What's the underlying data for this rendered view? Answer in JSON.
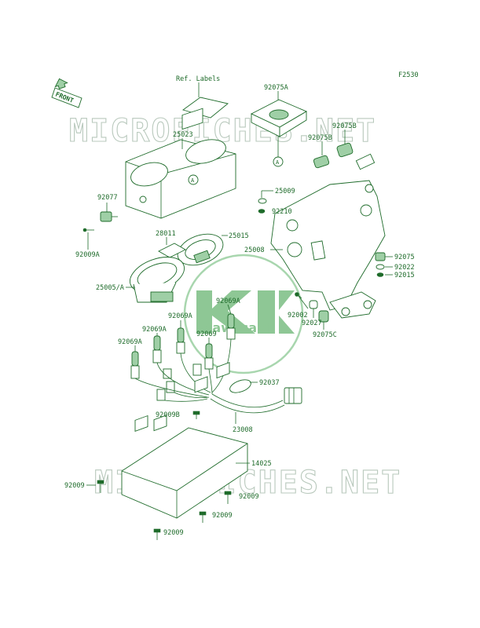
{
  "diagram_code": "F2530",
  "front_label": "FRONT",
  "watermark_text": "MICROFICHES.NET",
  "brand_logo": {
    "text": "Kawasaki",
    "color": "#8ec795"
  },
  "colors": {
    "line": "#1e6b2a",
    "watermark": "#b9c9bd"
  },
  "labels": [
    {
      "id": "ref-labels",
      "text": "Ref. Labels"
    },
    {
      "id": "92075a",
      "text": "92075A"
    },
    {
      "id": "92075b-top",
      "text": "92075B"
    },
    {
      "id": "92075b",
      "text": "92075B"
    },
    {
      "id": "25023",
      "text": "25023"
    },
    {
      "id": "92077",
      "text": "92077"
    },
    {
      "id": "25009",
      "text": "25009"
    },
    {
      "id": "92210",
      "text": "92210"
    },
    {
      "id": "28011",
      "text": "28011"
    },
    {
      "id": "25015",
      "text": "25015"
    },
    {
      "id": "92009a",
      "text": "92009A"
    },
    {
      "id": "25008",
      "text": "25008"
    },
    {
      "id": "92075",
      "text": "92075"
    },
    {
      "id": "92022",
      "text": "92022"
    },
    {
      "id": "92015",
      "text": "92015"
    },
    {
      "id": "25005a",
      "text": "25005/A"
    },
    {
      "id": "92069a-1",
      "text": "92069A"
    },
    {
      "id": "92069a-2",
      "text": "92069A"
    },
    {
      "id": "92002",
      "text": "92002"
    },
    {
      "id": "92027",
      "text": "92027"
    },
    {
      "id": "92075c",
      "text": "92075C"
    },
    {
      "id": "92069a-3",
      "text": "92069A"
    },
    {
      "id": "92069",
      "text": "92069"
    },
    {
      "id": "92069a-4",
      "text": "92069A"
    },
    {
      "id": "92037",
      "text": "92037"
    },
    {
      "id": "92009b",
      "text": "92009B"
    },
    {
      "id": "23008",
      "text": "23008"
    },
    {
      "id": "14025",
      "text": "14025"
    },
    {
      "id": "92009-1",
      "text": "92009"
    },
    {
      "id": "92009-2",
      "text": "92009"
    },
    {
      "id": "92009-3",
      "text": "92009"
    },
    {
      "id": "92009-4",
      "text": "92009"
    }
  ],
  "callouts": [
    {
      "id": "callout-a-1",
      "text": "A"
    },
    {
      "id": "callout-a-2",
      "text": "A"
    }
  ]
}
